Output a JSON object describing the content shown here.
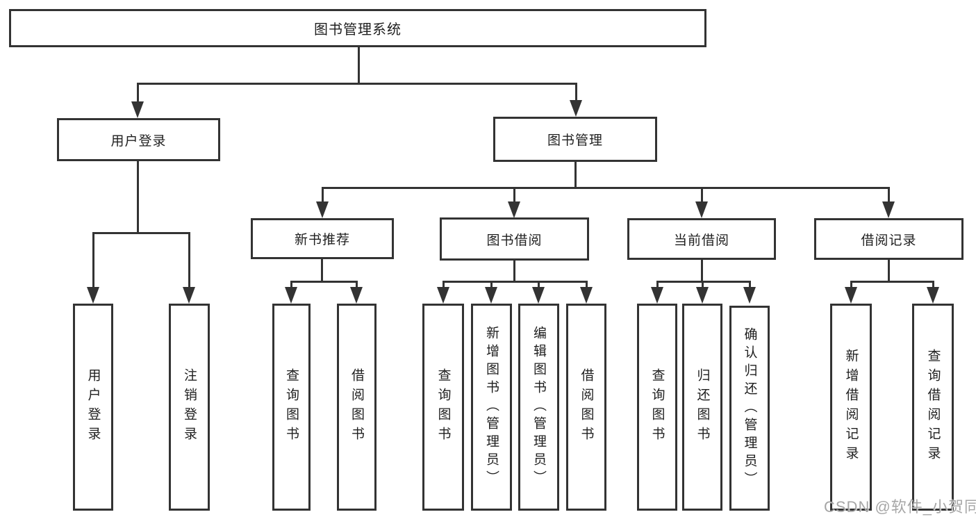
{
  "diagram": {
    "nodes": {
      "root": {
        "label": "图书管理系统"
      },
      "userLogin": {
        "label": "用户登录"
      },
      "bookMgmt": {
        "label": "图书管理"
      },
      "newBooks": {
        "label": "新书推荐"
      },
      "bookBorrow": {
        "label": "图书借阅"
      },
      "currentBorrow": {
        "label": "当前借阅"
      },
      "borrowRecords": {
        "label": "借阅记录"
      }
    },
    "leaves": [
      {
        "label": "用户登录",
        "parent": "用户登录"
      },
      {
        "label": "注销登录",
        "parent": "用户登录"
      },
      {
        "label": "查询图书",
        "parent": "新书推荐"
      },
      {
        "label": "借阅图书",
        "parent": "新书推荐"
      },
      {
        "label": "查询图书",
        "parent": "图书借阅"
      },
      {
        "label": "新增图书（管理员）",
        "parent": "图书借阅"
      },
      {
        "label": "编辑图书（管理员）",
        "parent": "图书借阅"
      },
      {
        "label": "借阅图书",
        "parent": "图书借阅"
      },
      {
        "label": "查询图书",
        "parent": "当前借阅"
      },
      {
        "label": "归还图书",
        "parent": "当前借阅"
      },
      {
        "label": "确认归还（管理员）",
        "parent": "当前借阅"
      },
      {
        "label": "新增借阅记录",
        "parent": "借阅记录"
      },
      {
        "label": "查询借阅记录",
        "parent": "借阅记录"
      }
    ]
  },
  "watermark": {
    "text": "CSDN @软件_小贺同学"
  },
  "colors": {
    "line": "#333333",
    "text": "#1f1f1f",
    "background": "#ffffff",
    "watermark": "#969696"
  }
}
